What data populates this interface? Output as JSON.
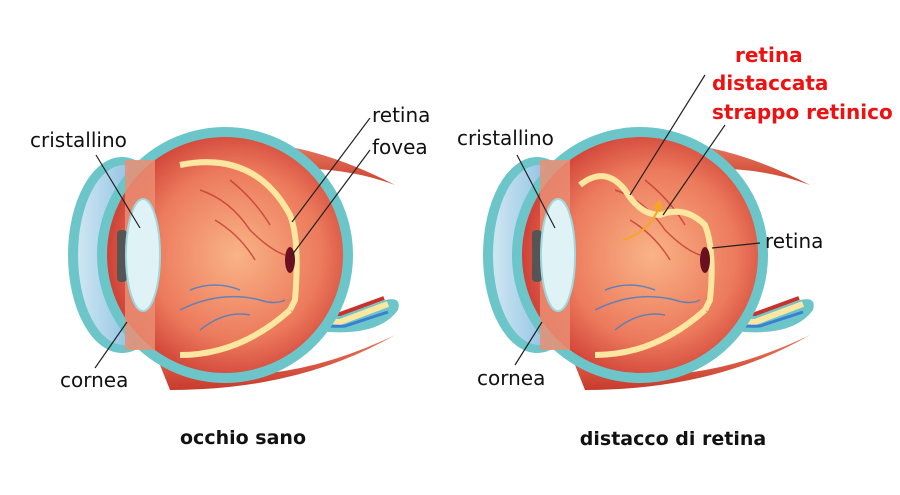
{
  "left_panel": {
    "title": "occhio sano",
    "labels": {
      "lens": "cristallino",
      "cornea": "cornea",
      "retina": "retina",
      "fovea": "fovea"
    }
  },
  "right_panel": {
    "title": "distacco di retina",
    "labels": {
      "lens": "cristallino",
      "cornea": "cornea",
      "detached_retina_1": "retina",
      "detached_retina_2": "distaccata",
      "tear": "strappo retinico",
      "retina": "retina"
    }
  },
  "colors": {
    "highlight": "#ee1111",
    "sclera": "#6cc5c9",
    "retina": "#fde6a0",
    "muscle": "#e0634a"
  }
}
